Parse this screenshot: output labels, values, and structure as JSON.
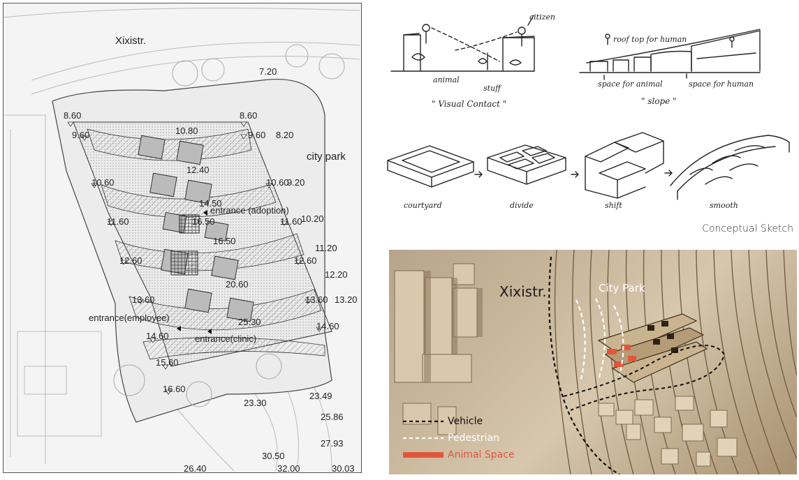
{
  "site_plan": {
    "street_label": "Xixistr.",
    "park_label": "city park",
    "entrances": {
      "adoption": "entrance (adoption)",
      "employee": "entrance(employee)",
      "clinic": "entrance(clinic)"
    },
    "elevations": [
      "7.20",
      "8.60",
      "8.60",
      "9.60",
      "9.60",
      "10.80",
      "8.20",
      "12.40",
      "10.60",
      "10.60",
      "9.20",
      "14.50",
      "16.50",
      "11.60",
      "11.60",
      "10.20",
      "16.50",
      "11.20",
      "12.60",
      "12.60",
      "12.20",
      "20.60",
      "13.60",
      "13.60",
      "13.20",
      "25.30",
      "14.60",
      "14.60",
      "15.60",
      "16.60",
      "23.30",
      "23.49",
      "25.86",
      "27.93",
      "30.50",
      "26.40",
      "32.00",
      "30.03"
    ]
  },
  "sketches": {
    "visual_contact": {
      "caption": "\" Visual Contact \"",
      "labels": {
        "citizen": "citizen",
        "animal": "animal",
        "stuff": "stuff"
      }
    },
    "slope": {
      "caption": "\" slope \"",
      "labels": {
        "roof_top": "roof top for human",
        "space_animal": "space for animal",
        "space_human": "space for human"
      }
    },
    "steps": [
      "courtyard",
      "divide",
      "shift",
      "smooth"
    ],
    "caption": "Conceptual Sketch"
  },
  "model": {
    "street_label": "Xixistr.",
    "park_label": "City Park",
    "legend": [
      {
        "label": "Vehicle",
        "color": "#111111"
      },
      {
        "label": "Pedestrian",
        "color": "#ffffff"
      },
      {
        "label": "Animal Space",
        "color": "#e0563c"
      }
    ]
  }
}
